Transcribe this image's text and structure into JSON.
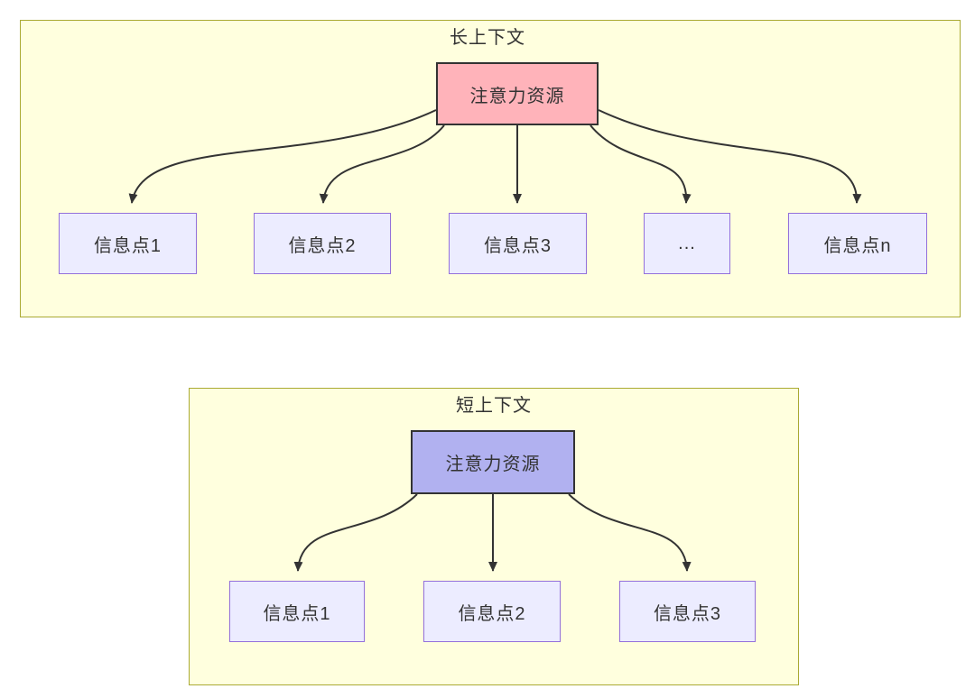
{
  "diagram": {
    "long_context": {
      "title": "长上下文",
      "source_label": "注意力资源",
      "targets": [
        "信息点1",
        "信息点2",
        "信息点3",
        "...",
        "信息点n"
      ]
    },
    "short_context": {
      "title": "短上下文",
      "source_label": "注意力资源",
      "targets": [
        "信息点1",
        "信息点2",
        "信息点3"
      ]
    },
    "colors": {
      "container_fill": "#ffffde",
      "container_border": "#aaaa33",
      "long_source_fill": "#ffb3ba",
      "short_source_fill": "#b1b1f0",
      "target_fill": "#ececff",
      "target_border": "#9370db",
      "edge_and_text": "#333333"
    }
  }
}
